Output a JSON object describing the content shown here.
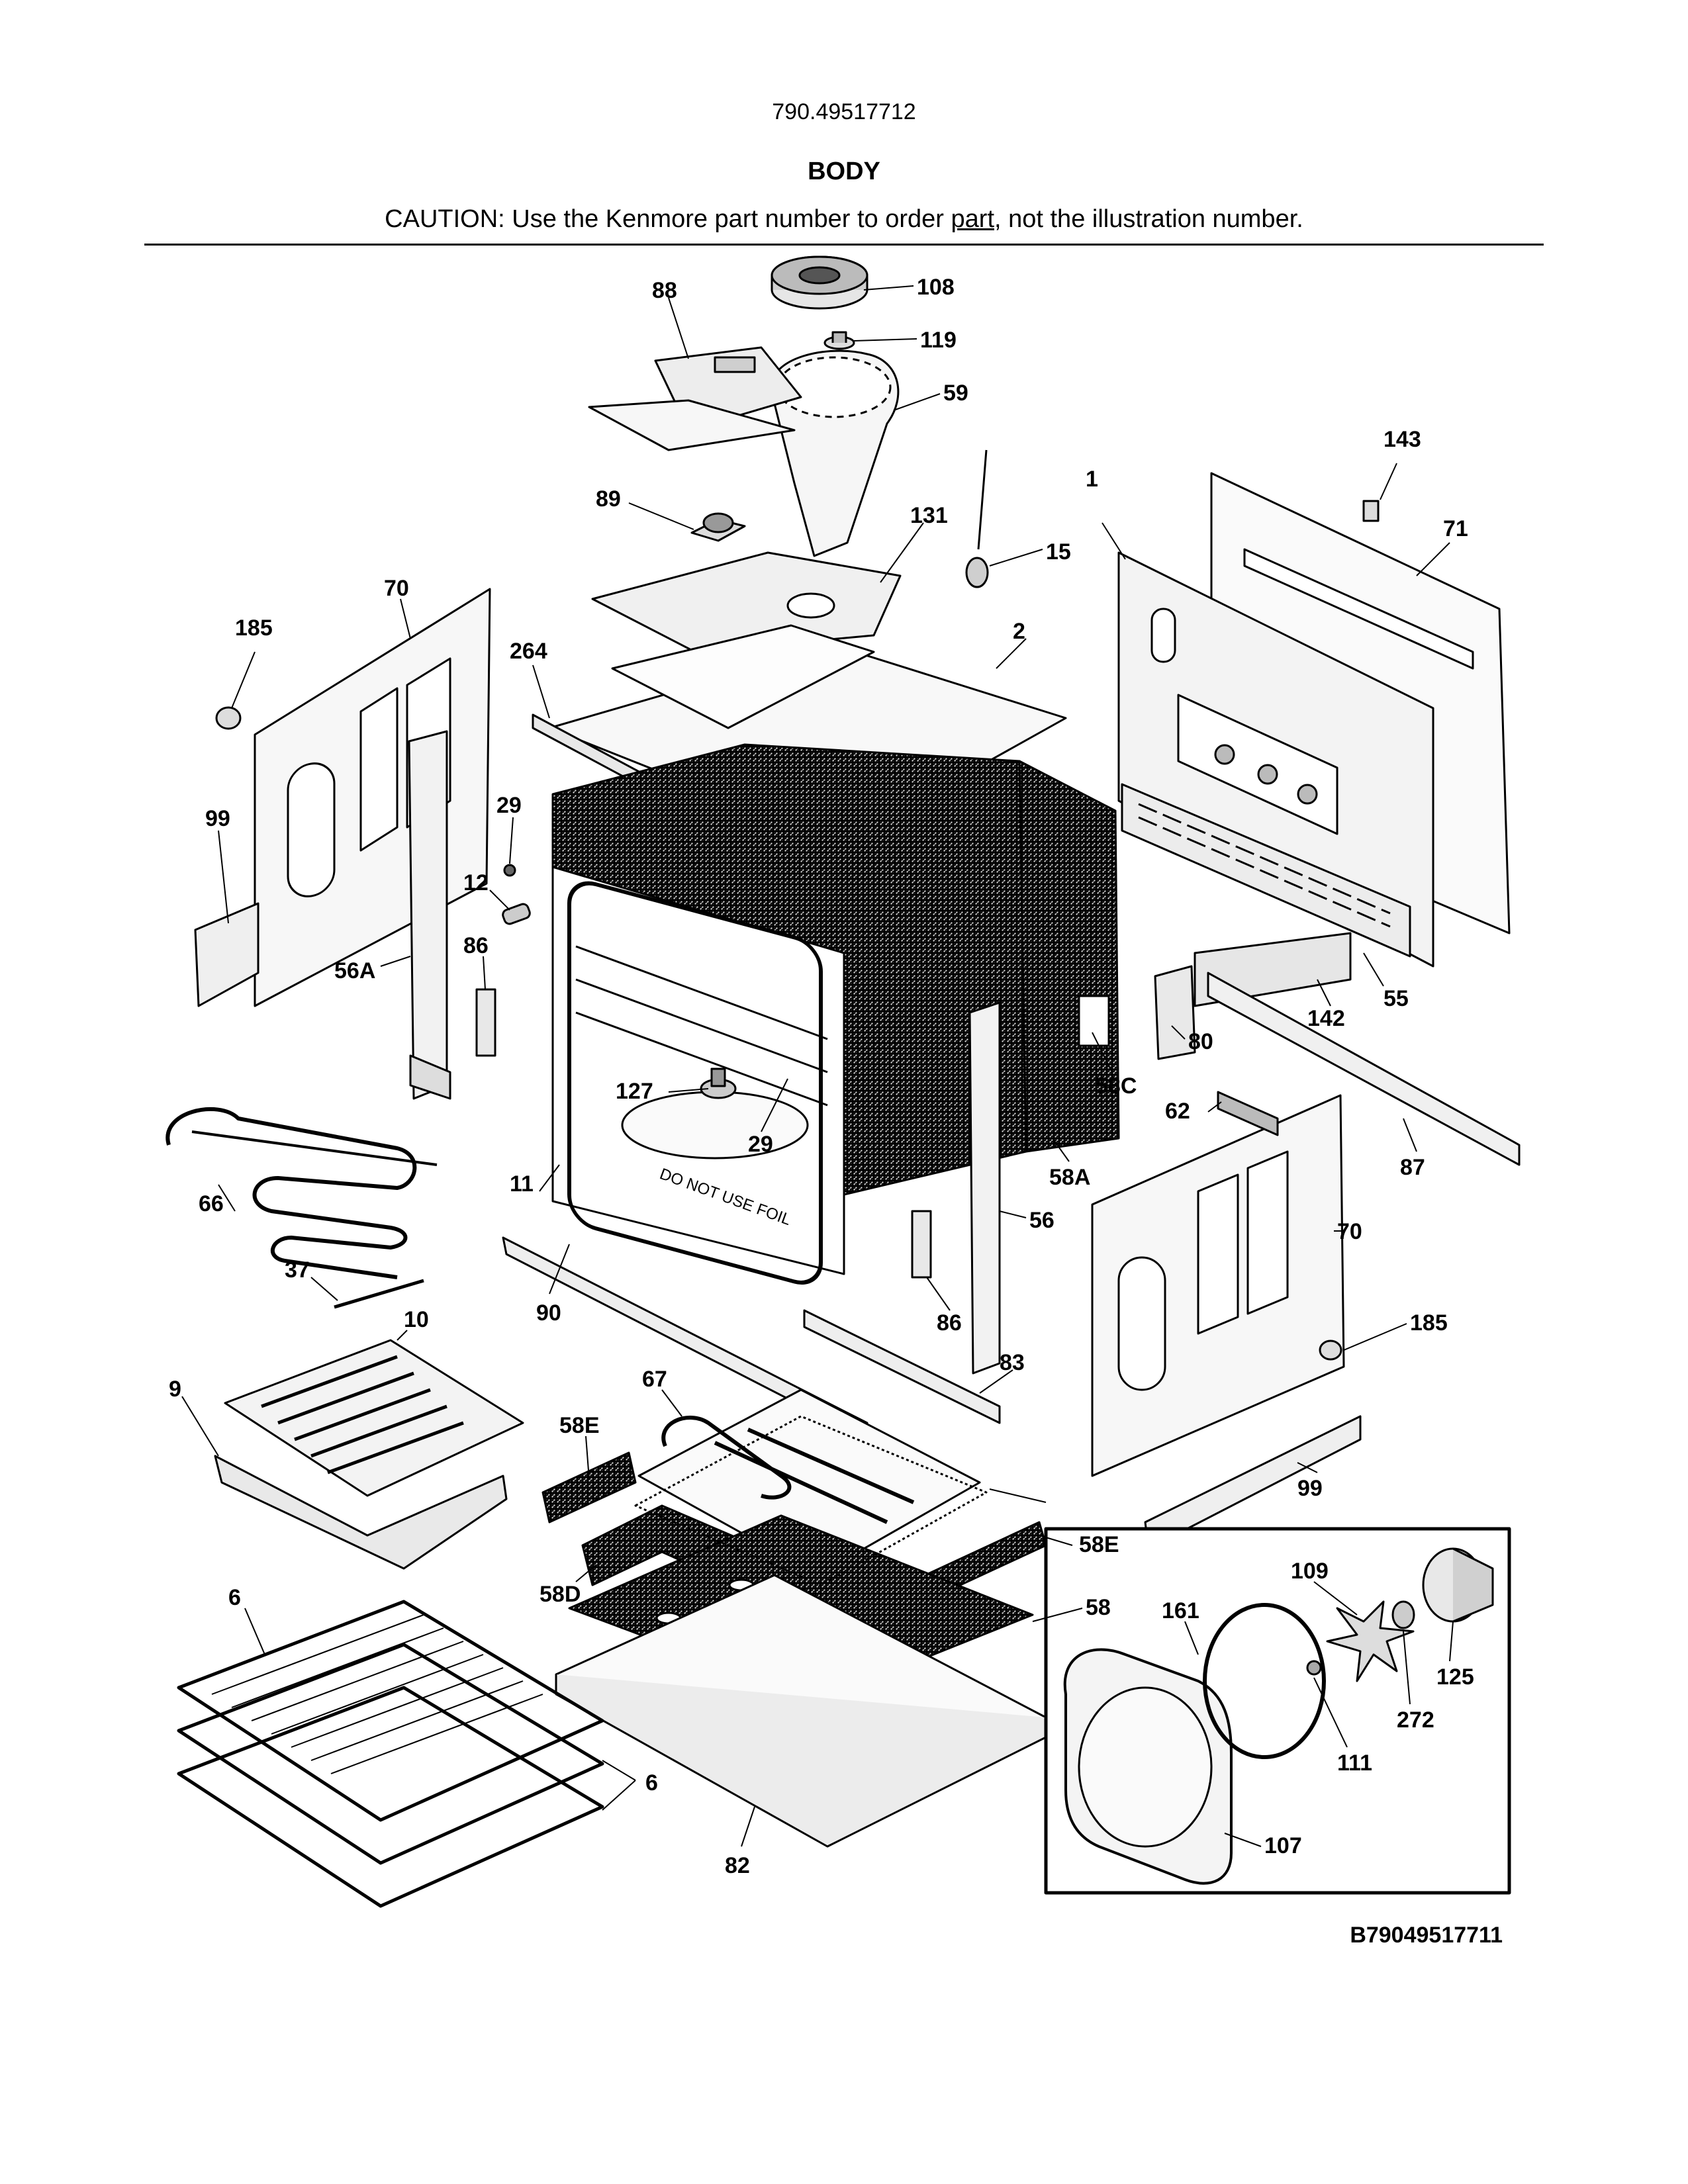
{
  "header": {
    "model_number": "790.49517712",
    "title": "BODY",
    "caution_prefix": "CAUTION: Use the Kenmore part number to order ",
    "caution_link": "part",
    "caution_suffix": ", not the illustration number."
  },
  "figure_id": "B79049517711",
  "foil_text": "DO NOT USE FOIL",
  "callouts": [
    "108",
    "88",
    "119",
    "59",
    "143",
    "1",
    "71",
    "89",
    "131",
    "15",
    "70",
    "185",
    "264",
    "2",
    "29",
    "99",
    "12",
    "86",
    "56A",
    "55",
    "142",
    "80",
    "127",
    "29",
    "58C",
    "62",
    "66",
    "11",
    "58A",
    "87",
    "56",
    "70",
    "37",
    "10",
    "90",
    "86",
    "185",
    "9",
    "67",
    "83",
    "58E",
    "99",
    "58E",
    "109",
    "58D",
    "58",
    "161",
    "6",
    "125",
    "111",
    "272",
    "6",
    "107",
    "82"
  ]
}
